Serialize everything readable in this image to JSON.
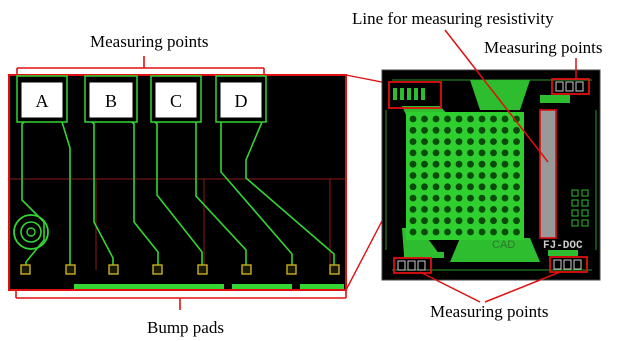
{
  "labels": {
    "measuring_points_top_left": "Measuring  points",
    "line_for_measuring_resistivity": "Line for measuring resistivity",
    "measuring_points_top_right": "Measuring  points",
    "bump_pads": "Bump pads",
    "measuring_points_bottom": "Measuring  points"
  },
  "pads": [
    {
      "letter": "A"
    },
    {
      "letter": "B"
    },
    {
      "letter": "C"
    },
    {
      "letter": "D"
    }
  ],
  "chip_text": {
    "cad": "CAD",
    "code": "FJ-DOC"
  },
  "colors": {
    "board": "#000000",
    "trace": "#33d633",
    "outline": "#e01010",
    "grid": "#8a1a1a"
  }
}
